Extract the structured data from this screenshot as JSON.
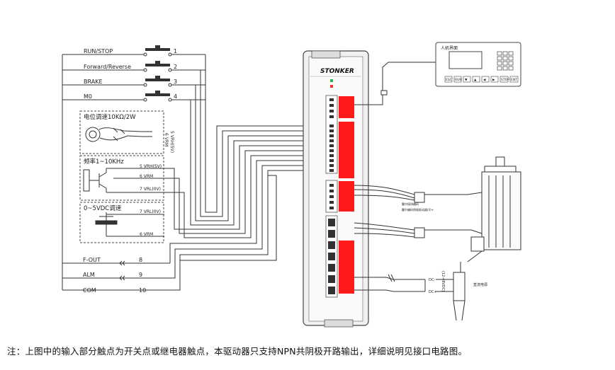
{
  "inputs": [
    {
      "label": "RUN/STOP",
      "num": "1"
    },
    {
      "label": "Forward/Reverse",
      "num": "2"
    },
    {
      "label": "BRAKE",
      "num": "3"
    },
    {
      "label": "M0",
      "num": "4"
    }
  ],
  "pot_box": {
    "title": "电位调速10KΩ/2W",
    "vrh": "5 VRH(5V)",
    "vrm": "6 VRM"
  },
  "freq_box": {
    "title": "频率1~10KHz",
    "vrh": "5 VRH(5V)",
    "vrm": "6 VRM",
    "vrl": "7 VRL(0V)"
  },
  "volt_box": {
    "title": "0~5VDC调速",
    "vrl": "7 VRL(0V)",
    "vrm": "6 VRM"
  },
  "outputs": [
    {
      "label": "F-OUT",
      "num": "8"
    },
    {
      "label": "ALM",
      "num": "9"
    },
    {
      "label": "COM",
      "num": "10"
    }
  ],
  "driver": {
    "brand": "STONKER"
  },
  "hmi": {
    "title": "人机界面",
    "keys": [
      "ESC",
      "RUN",
      "▼",
      "▲",
      "◀",
      "▶",
      "STOP",
      "ENT"
    ]
  },
  "motor": {
    "note1": "霍尔接线编码",
    "note2": "霍尔编码线接驱动器(4)+"
  },
  "power": {
    "neg": "DC-",
    "pos": "DC+",
    "range": "(12-48VDC)",
    "label": "直流电源"
  },
  "footnote": "注：上图中的输入部分触点为开关点或继电器触点，本驱动器只支持NPN共阴极开路输出，详细说明见接口电路图。",
  "colors": {
    "terminal_red": "#ff1a1a",
    "line": "#222222",
    "driver_body": "#f2f2f2"
  }
}
